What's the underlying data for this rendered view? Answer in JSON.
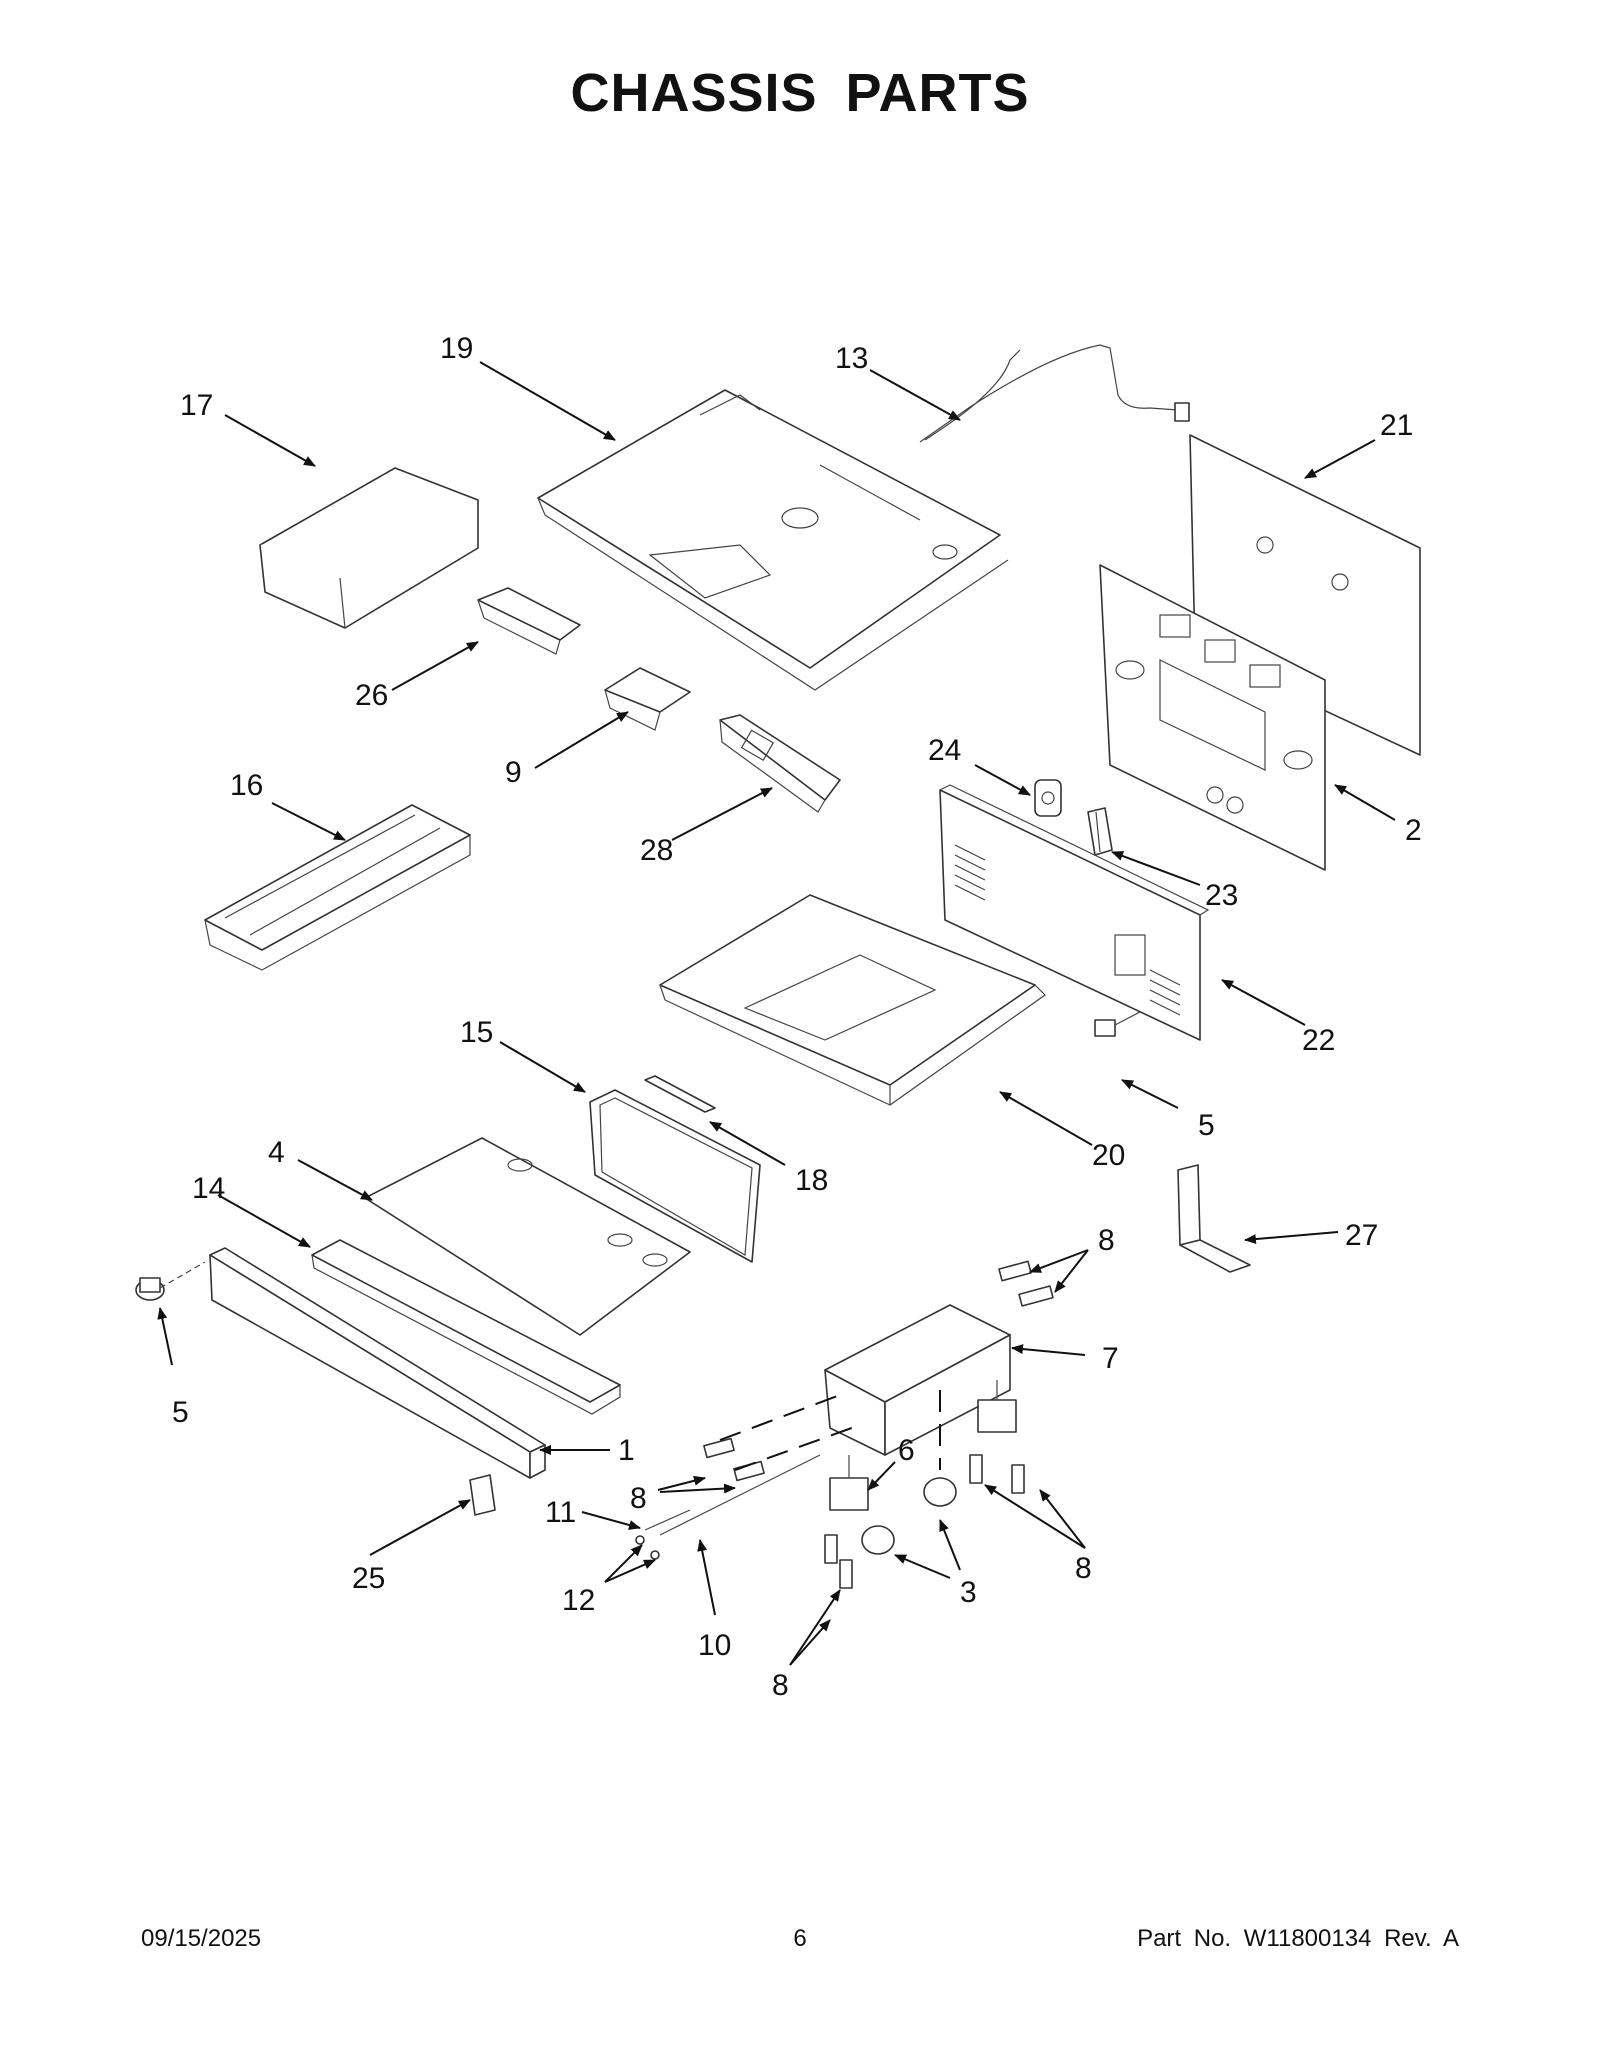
{
  "title": "CHASSIS PARTS",
  "footer": {
    "date": "09/15/2025",
    "page": "6",
    "part_number": "Part No.  W11800134  Rev.  A"
  },
  "callouts": {
    "c1": "1",
    "c2": "2",
    "c3": "3",
    "c4": "4",
    "c5a": "5",
    "c5b": "5",
    "c6": "6",
    "c7": "7",
    "c8a": "8",
    "c8b": "8",
    "c8c": "8",
    "c8d": "8",
    "c9": "9",
    "c10": "10",
    "c11": "11",
    "c12": "12",
    "c13": "13",
    "c14": "14",
    "c15": "15",
    "c16": "16",
    "c17": "17",
    "c18": "18",
    "c19": "19",
    "c20": "20",
    "c21": "21",
    "c22": "22",
    "c23": "23",
    "c24": "24",
    "c25": "25",
    "c26": "26",
    "c27": "27",
    "c28": "28"
  }
}
